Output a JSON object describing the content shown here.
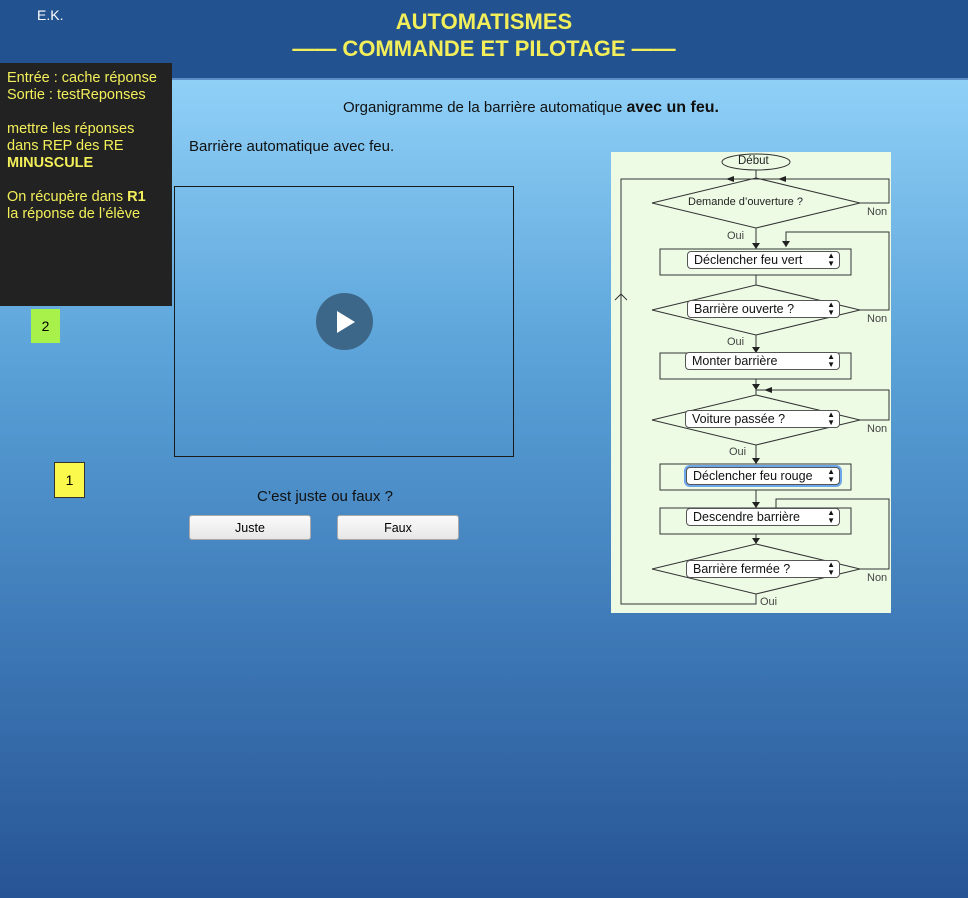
{
  "header": {
    "author": "E.K.",
    "title_line1": "AUTOMATISMES",
    "title_line2": "—— COMMANDE ET PILOTAGE ——"
  },
  "side_panel": {
    "line1": "Entrée : cache réponse",
    "line2": "Sortie : testReponses",
    "line3": "mettre les réponses",
    "line4": "dans REP des RE",
    "line5": "MINUSCULE",
    "line6_prefix": "On récupère dans ",
    "line6_bold": "R1",
    "line7": "la réponse de l’élève"
  },
  "badges": {
    "badge2": "2",
    "badge1": "1"
  },
  "main": {
    "subtitle_prefix": "Organigramme de la barrière automatique ",
    "subtitle_bold": "avec un feu.",
    "video_caption": "Barrière automatique avec feu.",
    "question": "C’est juste ou faux ?",
    "btn_juste": "Juste",
    "btn_faux": "Faux"
  },
  "flowchart": {
    "start": "Début",
    "q1": "Demande d’ouverture ?",
    "a1": "Déclencher feu vert",
    "q2": "Barrière ouverte ?",
    "a2": "Monter barrière",
    "q3": "Voiture passée ?",
    "a3": "Déclencher feu rouge",
    "a4": "Descendre barrière",
    "q4": "Barrière fermée ?",
    "yes": "Oui",
    "no": "Non"
  },
  "colors": {
    "header_bg": "#22528f",
    "title": "#f3ef5a",
    "panel_bg": "#222222",
    "flow_bg": "#edfbe5"
  }
}
